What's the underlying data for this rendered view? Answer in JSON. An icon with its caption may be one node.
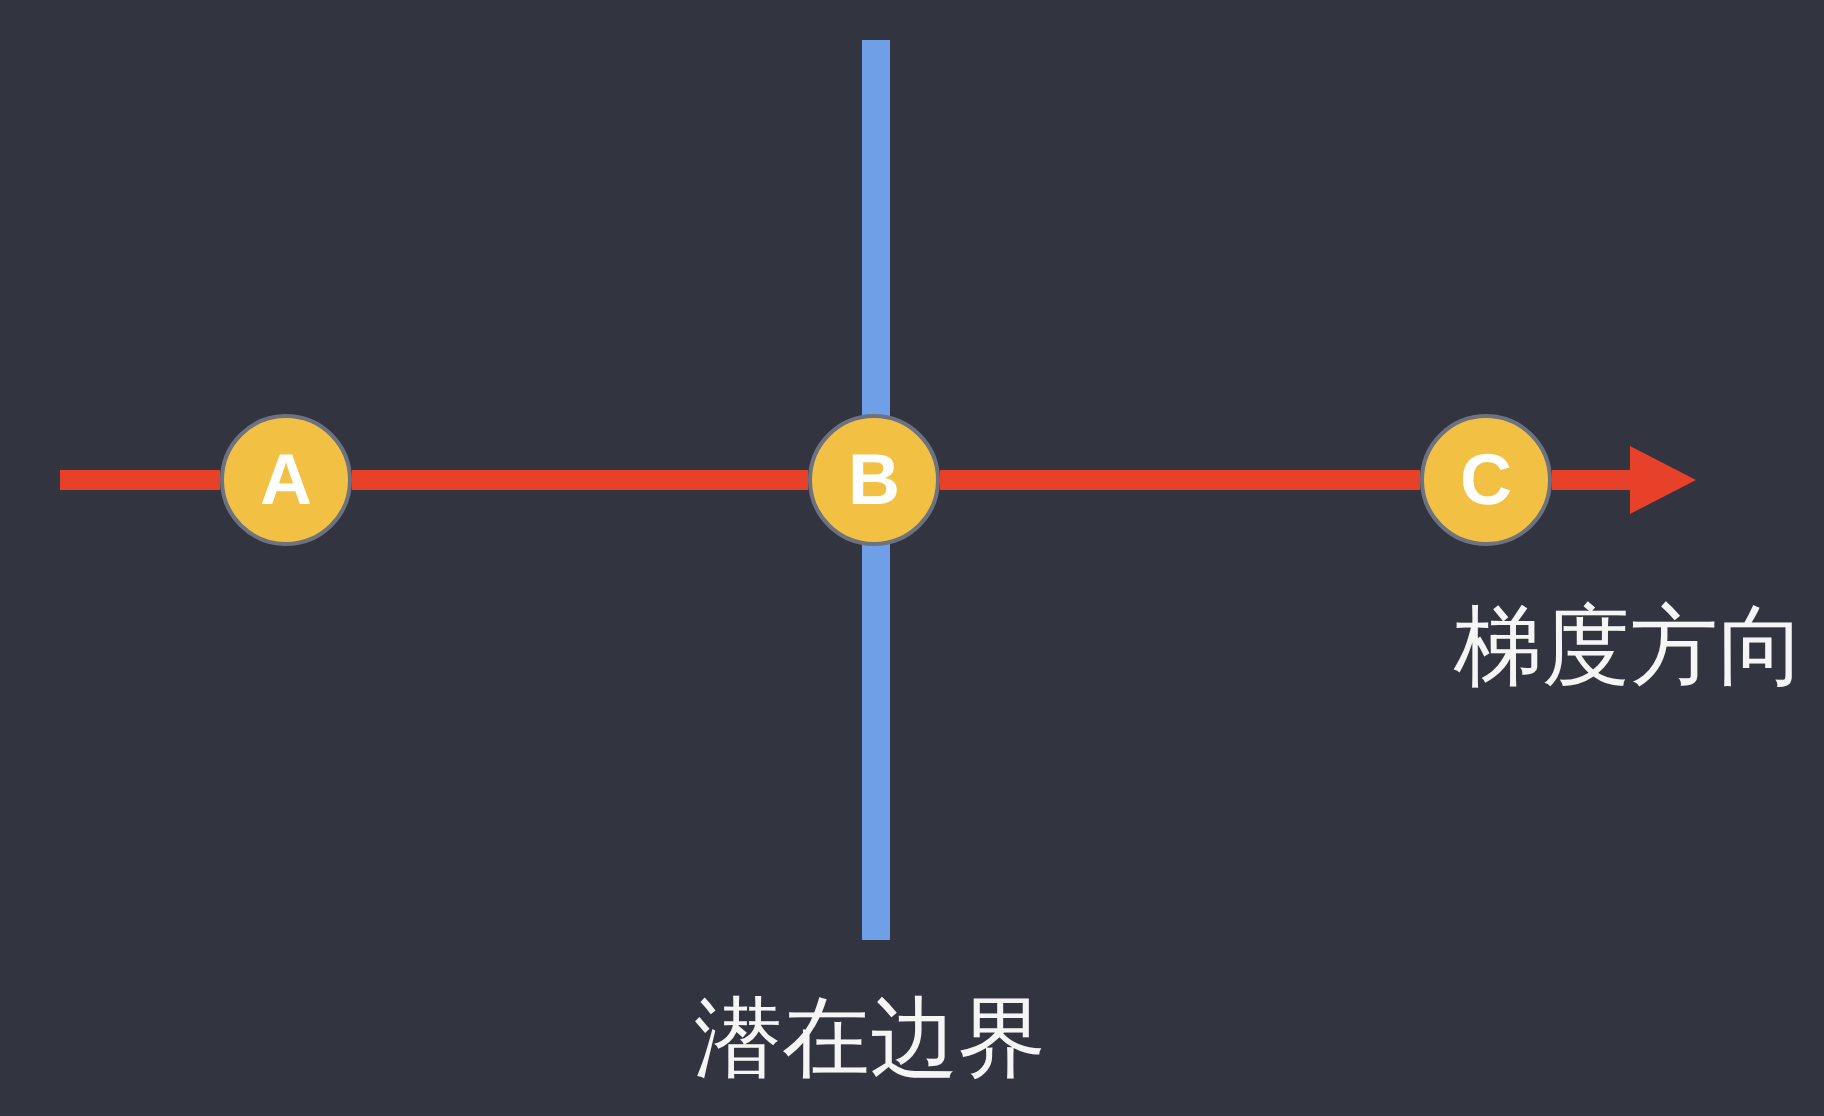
{
  "diagram": {
    "nodes": [
      {
        "text": [
          "A"
        ]
      },
      {
        "text": [
          "B"
        ]
      },
      {
        "text": [
          "C"
        ]
      }
    ],
    "edges": [
      {
        "from": null,
        "to": 0,
        "arrow": "none"
      },
      {
        "from": 0,
        "to": 1,
        "arrow": "none"
      },
      {
        "from": 1,
        "to": 2,
        "arrow": "none"
      },
      {
        "from": 2,
        "to": null,
        "arrow": "to"
      }
    ],
    "labels": [
      "梯度方向",
      "潜在边界"
    ]
  }
}
